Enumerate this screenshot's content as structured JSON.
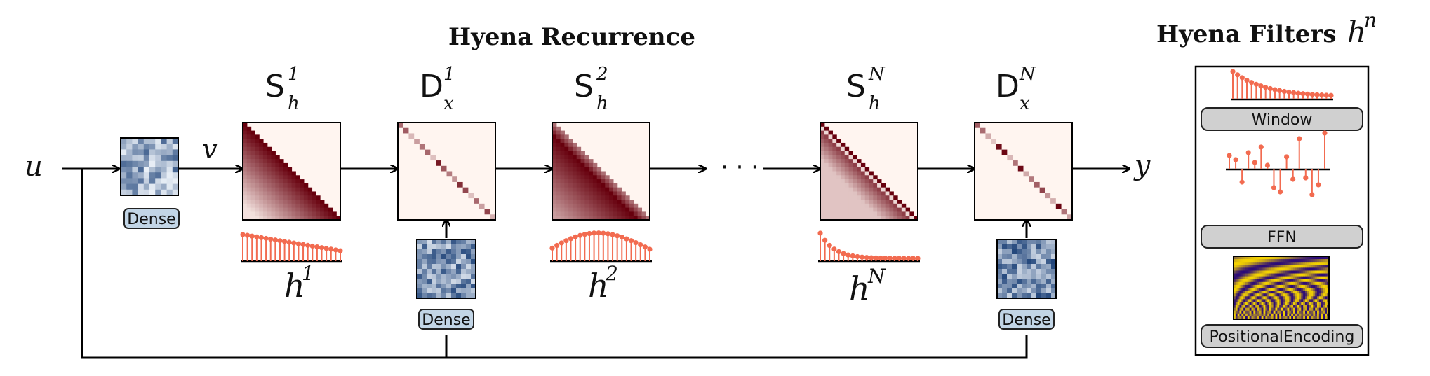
{
  "title": "Hyena Recurrence",
  "filters_panel": {
    "title_text": "Hyena Filters",
    "title_math_base": "h",
    "title_math_sup": "n",
    "items": [
      {
        "label": "Window",
        "kind": "window-stem"
      },
      {
        "label": "FFN",
        "kind": "ffn-stem"
      },
      {
        "label": "PositionalEncoding",
        "kind": "positional-heatmap"
      }
    ]
  },
  "signals": {
    "input": "u",
    "projection": "v",
    "output": "y"
  },
  "dense_label": "Dense",
  "ellipsis": "· · ·",
  "blocks": [
    {
      "op": "S",
      "sub": "h",
      "sup": "1",
      "filter_base": "h",
      "filter_sup": "1",
      "pattern": "toeplitz-lower-decay"
    },
    {
      "op": "D",
      "sub": "x",
      "sup": "1",
      "pattern": "diagonal"
    },
    {
      "op": "S",
      "sub": "h",
      "sup": "2",
      "filter_base": "h",
      "filter_sup": "2",
      "pattern": "toeplitz-lower-dense"
    },
    {
      "op": "S",
      "sub": "h",
      "sup": "N",
      "filter_base": "h",
      "filter_sup": "N",
      "pattern": "toeplitz-lower-fast"
    },
    {
      "op": "D",
      "sub": "x",
      "sup": "N",
      "pattern": "diagonal"
    }
  ],
  "colors": {
    "stem": "#f26b50",
    "reds_dark": "#67000d",
    "reds_light": "#fff5f0",
    "blues_dark": "#08306b",
    "blues_light": "#f7fbff",
    "button_fill": "#d0d0d0",
    "dense_fill": "#c2d5e6"
  }
}
